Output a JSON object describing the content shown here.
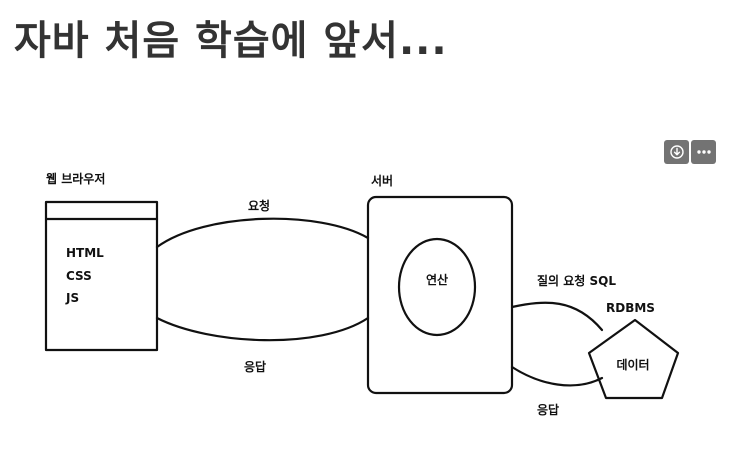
{
  "page": {
    "title": "자바 처음 학습에 앞서..."
  },
  "toolbar": {
    "download_icon": "download-circle-icon",
    "more_icon": "ellipsis-icon"
  },
  "diagram": {
    "browser": {
      "label": "웹 브라우저",
      "items": [
        "HTML",
        "CSS",
        "JS"
      ]
    },
    "server": {
      "label": "서버",
      "inner_label": "연산"
    },
    "request_label": "요청",
    "response_label": "응답",
    "db_query_label": "질의 요청 SQL",
    "db_response_label": "응답",
    "db_type_label": "RDBMS",
    "db_shape_label": "데이터"
  }
}
